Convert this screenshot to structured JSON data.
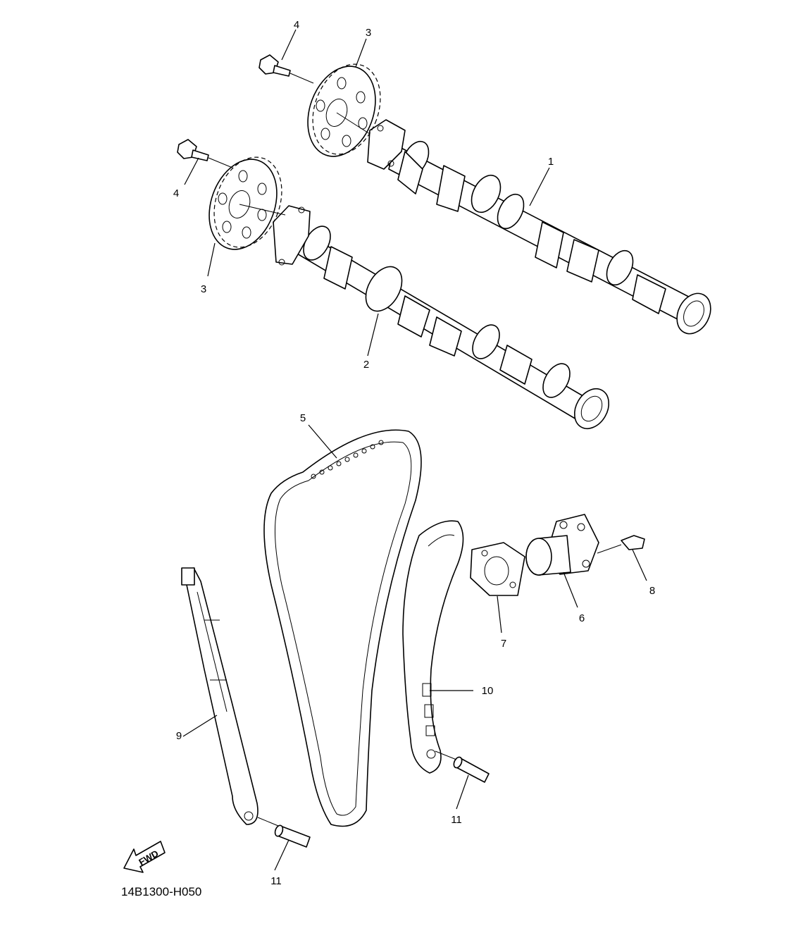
{
  "diagram": {
    "code": "14B1300-H050",
    "fwd_label": "FWD",
    "callouts": {
      "c1": "1",
      "c2": "2",
      "c3a": "3",
      "c3b": "3",
      "c4a": "4",
      "c4b": "4",
      "c5": "5",
      "c6": "6",
      "c7": "7",
      "c8": "8",
      "c9": "9",
      "c10": "10",
      "c11a": "11",
      "c11b": "11"
    }
  }
}
